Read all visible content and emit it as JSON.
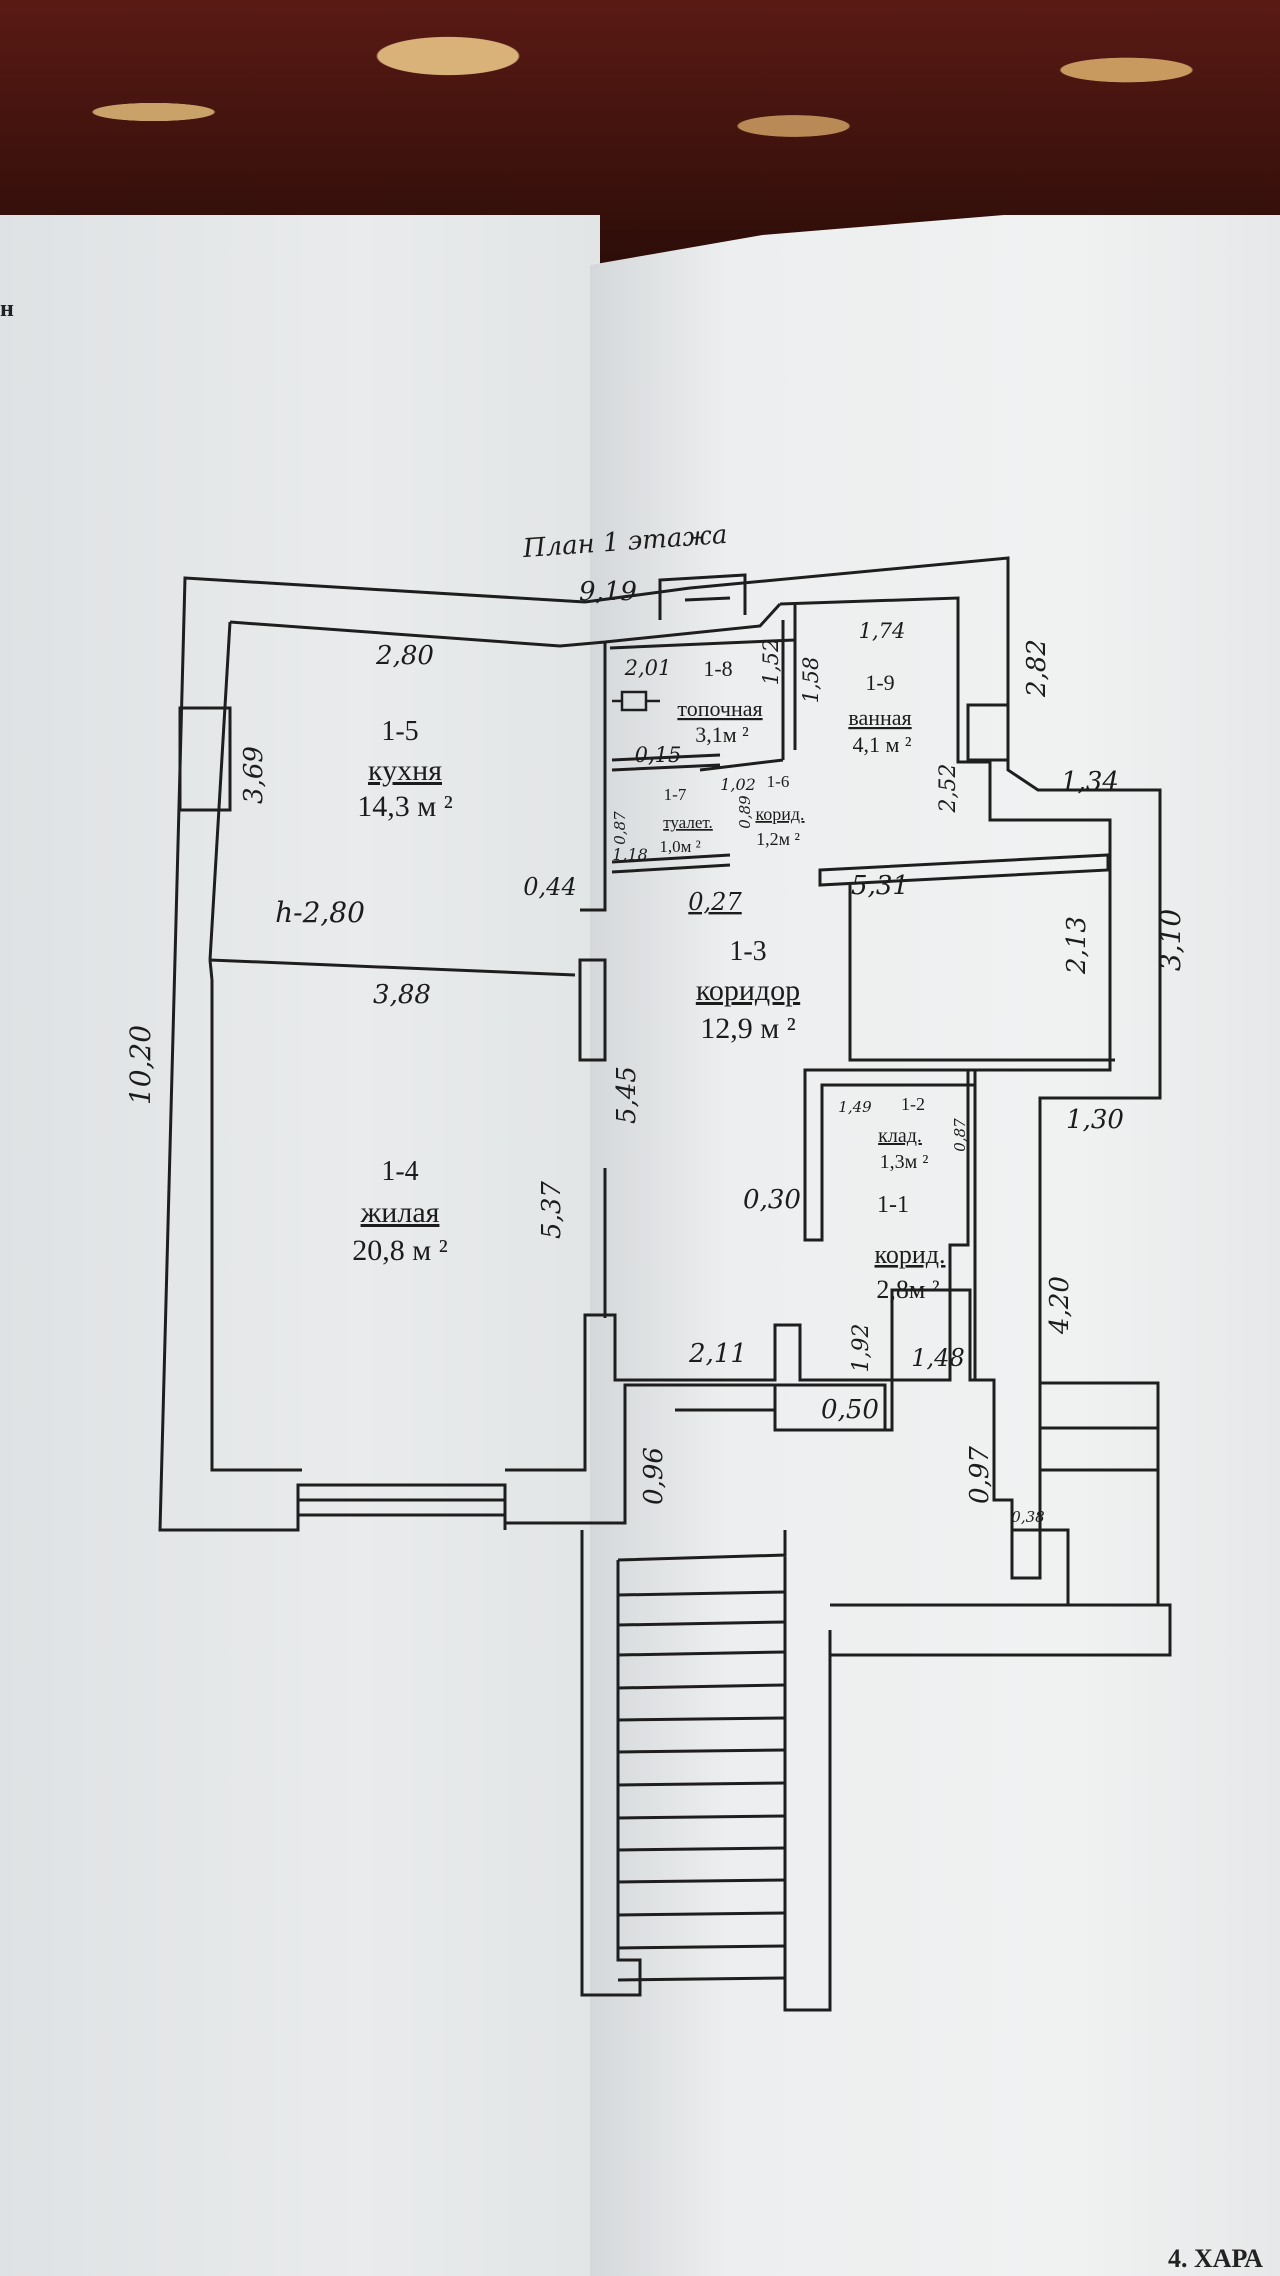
{
  "title": "План 1 этажа",
  "corner_letter": "н",
  "footer_text": "4. ХАРА",
  "rooms": [
    {
      "id": "1-5",
      "name": "кухня",
      "area": "14,3 м ²"
    },
    {
      "id": "1-4",
      "name": "жилая",
      "area": "20,8 м ²"
    },
    {
      "id": "1-3",
      "name": "коридор",
      "area": "12,9 м ²"
    },
    {
      "id": "1-8",
      "name": "топочная",
      "area": "3,1м ²"
    },
    {
      "id": "1-9",
      "name": "ванная",
      "area": "4,1 м ²"
    },
    {
      "id": "1-7",
      "name": "туалет.",
      "area": "1,0м ²"
    },
    {
      "id": "1-6",
      "name": "корид.",
      "area": "1,2м ²"
    },
    {
      "id": "1-2",
      "name": "клад.",
      "area": "1,3м ²"
    },
    {
      "id": "1-1",
      "name": "корид.",
      "area": "2,8м ²"
    }
  ],
  "height_note": "h-2,80",
  "dimensions": [
    "9,19",
    "2,80",
    "3,69",
    "10,20",
    "0,44",
    "3,88",
    "5,37",
    "5,45",
    "2,01",
    "1,52",
    "1,58",
    "1,74",
    "2,82",
    "1,34",
    "0,15",
    "1,02",
    "0,87",
    "0,89",
    "1,18",
    "0,27",
    "2,52",
    "5,31",
    "2,13",
    "3,10",
    "1,49",
    "0,87",
    "1,30",
    "0,30",
    "1,92",
    "2,11",
    "1,48",
    "4,20",
    "0,50",
    "0,96",
    "0,97",
    "0,38"
  ]
}
